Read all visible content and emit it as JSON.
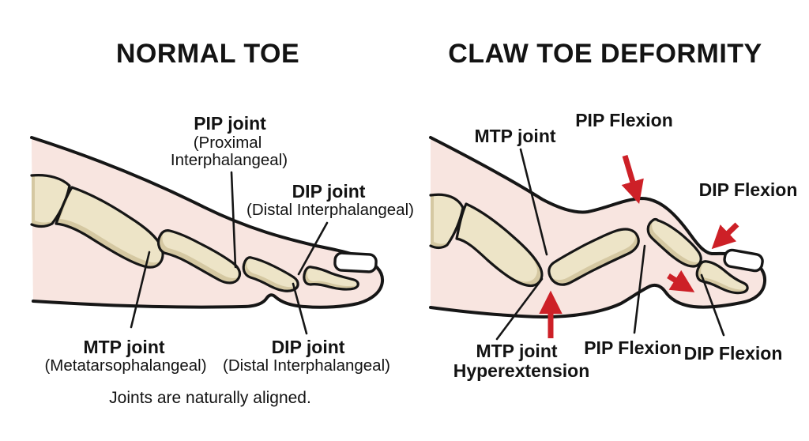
{
  "figure": "Comparison medical illustration of a normal toe versus claw toe deformity, sagittal view of foot bones",
  "colors": {
    "background": "#ffffff",
    "skin": "#f8e5e0",
    "bone": "#ede4c7",
    "bone_shadow": "#d5c8a2",
    "outline": "#161616",
    "arrow_red": "#cd2027",
    "text": "#131313",
    "toenail": "#ffffff"
  },
  "left_panel": {
    "title": "NORMAL TOE",
    "labels": {
      "pip_name": "PIP joint",
      "pip_sub1": "(Proximal",
      "pip_sub2": "Interphalangeal)",
      "dip_top_name": "DIP joint",
      "dip_top_sub": "(Distal Interphalangeal)",
      "mtp_name": "MTP joint",
      "mtp_sub": "(Metatarsophalangeal)",
      "dip_bottom_name": "DIP joint",
      "dip_bottom_sub": "(Distal Interphalangeal)"
    },
    "caption": "Joints are naturally aligned."
  },
  "right_panel": {
    "title": "CLAW TOE DEFORMITY",
    "labels": {
      "mtp_top": "MTP joint",
      "pip_flexion_top": "PIP Flexion",
      "dip_flexion_top": "DIP Flexion",
      "mtp_bottom_line1": "MTP joint",
      "mtp_bottom_line2": "Hyperextension",
      "pip_flexion_bottom": "PIP Flexion",
      "dip_flexion_bottom": "DIP Flexion"
    }
  }
}
